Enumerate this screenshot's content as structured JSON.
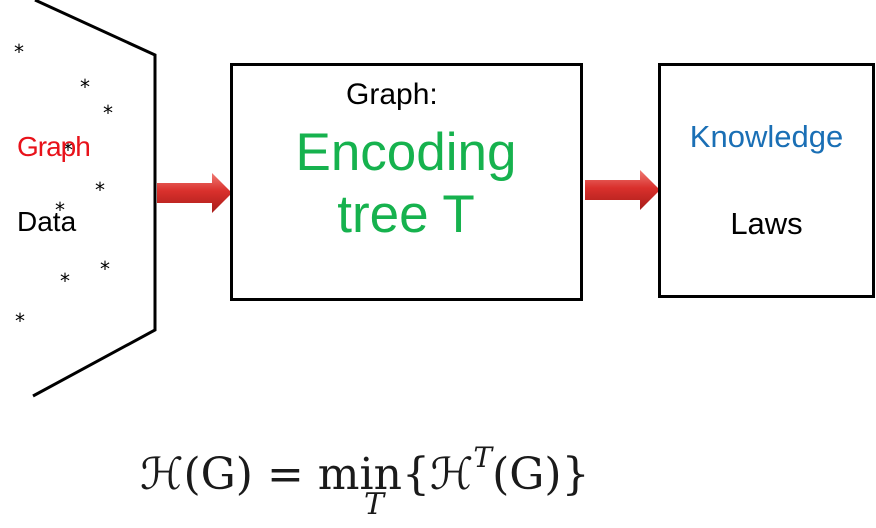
{
  "input": {
    "graph_label": "Graph",
    "data_label": "Data",
    "star_glyph": "*"
  },
  "encoding_box": {
    "title": "Graph:",
    "main_text": "Encoding\ntree T"
  },
  "output_box": {
    "knowledge": "Knowledge",
    "laws": "Laws"
  },
  "formula": {
    "left": "ℋ(G) = min{ℋ",
    "sup": "T",
    "right": "(G)}",
    "sub": "T"
  },
  "colors": {
    "graph_label": "#e8121a",
    "encoding_text": "#16b24e",
    "knowledge_text": "#1a6fb5",
    "arrow_fill": "#d9302c",
    "stroke": "#000000"
  }
}
